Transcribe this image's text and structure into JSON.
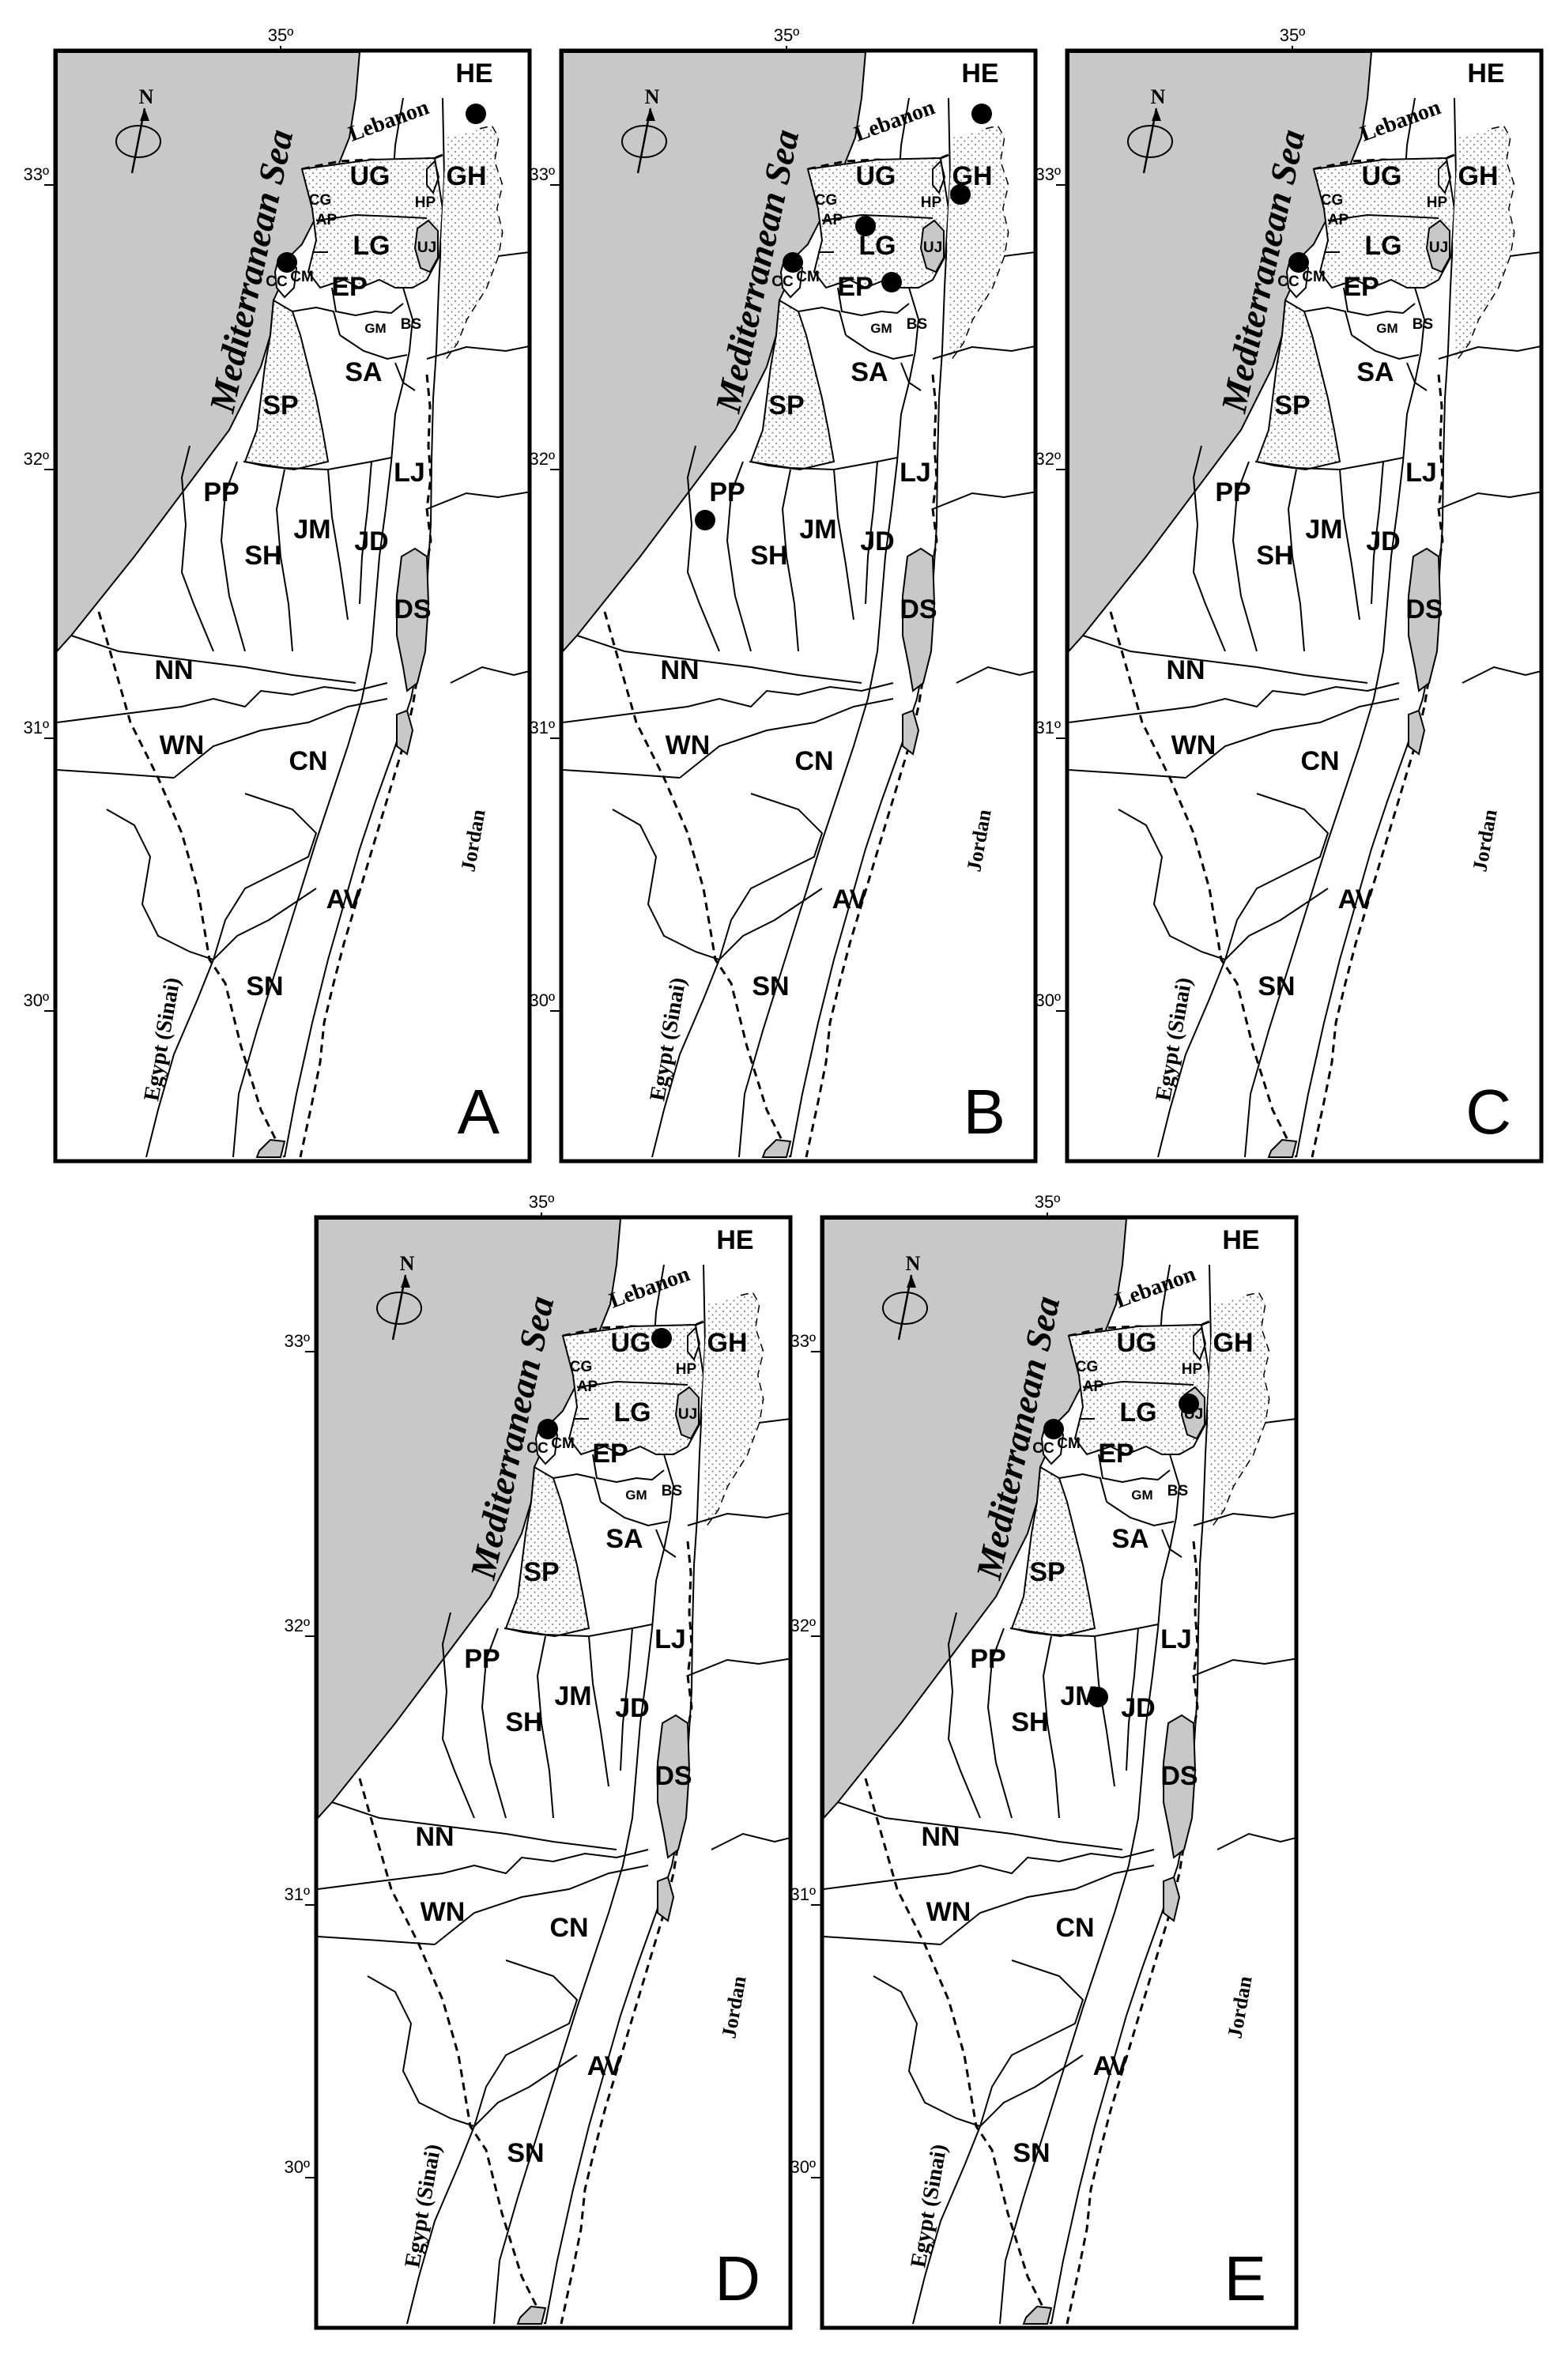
{
  "colors": {
    "sea": "#c8c8c8",
    "land": "#ffffff",
    "stipple": "#8a8a8a",
    "ink": "#000000"
  },
  "map_labels": {
    "longitude_tick": "35º",
    "latitude_ticks": [
      "33º",
      "32º",
      "31º",
      "30º"
    ],
    "sea_name": "Mediterranean Sea",
    "country_north": "Lebanon",
    "country_east": "Jordan",
    "country_southwest": "Egypt (Sinai)",
    "north_arrow": "N"
  },
  "regions": [
    {
      "code": "HE"
    },
    {
      "code": "UG"
    },
    {
      "code": "GH"
    },
    {
      "code": "CG"
    },
    {
      "code": "AP"
    },
    {
      "code": "HP"
    },
    {
      "code": "LG"
    },
    {
      "code": "UJ"
    },
    {
      "code": "CC"
    },
    {
      "code": "CM"
    },
    {
      "code": "EP"
    },
    {
      "code": "BS"
    },
    {
      "code": "GM"
    },
    {
      "code": "SA"
    },
    {
      "code": "SP"
    },
    {
      "code": "LJ"
    },
    {
      "code": "PP"
    },
    {
      "code": "JM"
    },
    {
      "code": "JD"
    },
    {
      "code": "SH"
    },
    {
      "code": "DS"
    },
    {
      "code": "NN"
    },
    {
      "code": "WN"
    },
    {
      "code": "CN"
    },
    {
      "code": "AV"
    },
    {
      "code": "SN"
    }
  ],
  "panels": [
    {
      "letter": "A",
      "records": [
        "HE",
        "CM"
      ]
    },
    {
      "letter": "B",
      "records": [
        "HE",
        "GH",
        "LG",
        "CM",
        "EP",
        "PP"
      ]
    },
    {
      "letter": "C",
      "records": [
        "CM"
      ]
    },
    {
      "letter": "D",
      "records": [
        "UG",
        "CM"
      ]
    },
    {
      "letter": "E",
      "records": [
        "CM",
        "UJ",
        "JM"
      ]
    }
  ]
}
